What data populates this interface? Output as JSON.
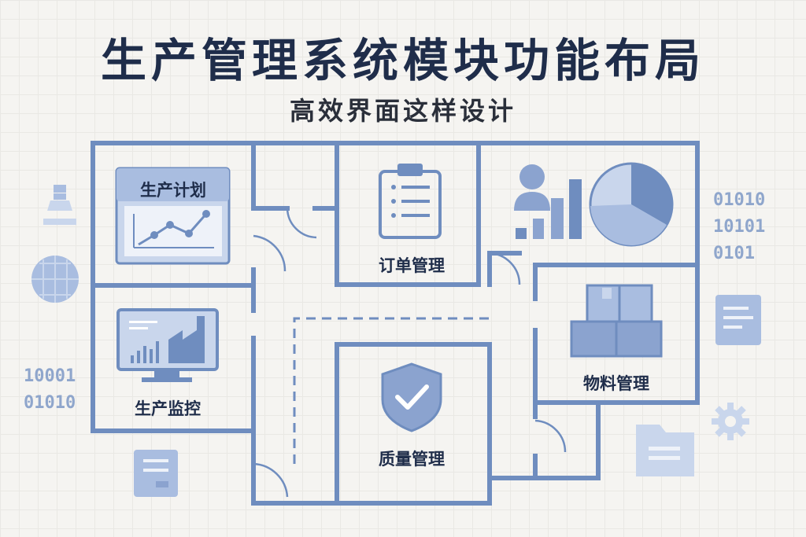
{
  "title": "生产管理系统模块功能布局",
  "subtitle": "高效界面这样设计",
  "modules": {
    "production_plan": {
      "label": "生产计划",
      "icon": "line-chart-icon"
    },
    "order_management": {
      "label": "订单管理",
      "icon": "clipboard-icon"
    },
    "analytics": {
      "icon": "bar-pie-chart-icon"
    },
    "material_management": {
      "label": "物料管理",
      "icon": "boxes-icon"
    },
    "production_monitoring": {
      "label": "生产监控",
      "icon": "factory-monitor-icon"
    },
    "quality_management": {
      "label": "质量管理",
      "icon": "shield-check-icon"
    }
  },
  "binary_right": [
    "01010",
    "10101",
    "0101"
  ],
  "binary_left": [
    "10001",
    "01010"
  ],
  "colors": {
    "wall": "#6f8dbf",
    "icon_fill": "#8ba3cf",
    "icon_light": "#c9d6ec",
    "text": "#1f2d4a",
    "background": "#f5f4f1"
  }
}
